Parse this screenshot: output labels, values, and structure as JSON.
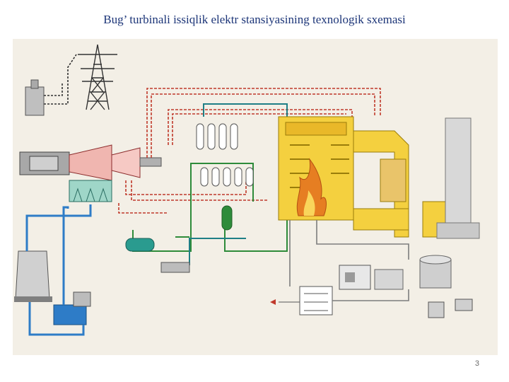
{
  "slide": {
    "title": "Bug’ turbinali issiqlik elektr stansiyasining texnologik sxemasi",
    "page_number": "3"
  },
  "colors": {
    "title": "#1c3578",
    "background_panel": "#f3efe6",
    "steam_red": "#c0392b",
    "cooling_blue": "#2e7cc7",
    "feedwater_green": "#2e8b3a",
    "water_teal": "#1f7f86",
    "boiler_yellow": "#f4d03f",
    "flame_orange": "#e67e22",
    "equipment_gray": "#9a9a9a"
  },
  "diagram": {
    "components": [
      {
        "name": "transmission-tower",
        "icon": "pylon-icon"
      },
      {
        "name": "step-up-transformer",
        "icon": "transformer-icon"
      },
      {
        "name": "generator",
        "icon": "generator-icon"
      },
      {
        "name": "steam-turbine",
        "icon": "turbine-icon"
      },
      {
        "name": "condenser",
        "icon": "condenser-icon"
      },
      {
        "name": "cooling-tower",
        "icon": "cooling-tower-icon"
      },
      {
        "name": "cooling-water-pump",
        "icon": "pump-icon"
      },
      {
        "name": "feedwater-heaters",
        "icon": "heater-icon"
      },
      {
        "name": "deaerator",
        "icon": "tank-icon"
      },
      {
        "name": "feed-pump",
        "icon": "pump-icon"
      },
      {
        "name": "boiler",
        "icon": "boiler-icon"
      },
      {
        "name": "furnace-flame",
        "icon": "flame-icon"
      },
      {
        "name": "flue-gas-duct",
        "icon": "duct-icon"
      },
      {
        "name": "chimney",
        "icon": "chimney-icon"
      },
      {
        "name": "fuel-storage-tank",
        "icon": "tank-icon"
      },
      {
        "name": "coal-mill",
        "icon": "mill-icon"
      },
      {
        "name": "water-treatment",
        "icon": "filter-icon"
      }
    ]
  }
}
